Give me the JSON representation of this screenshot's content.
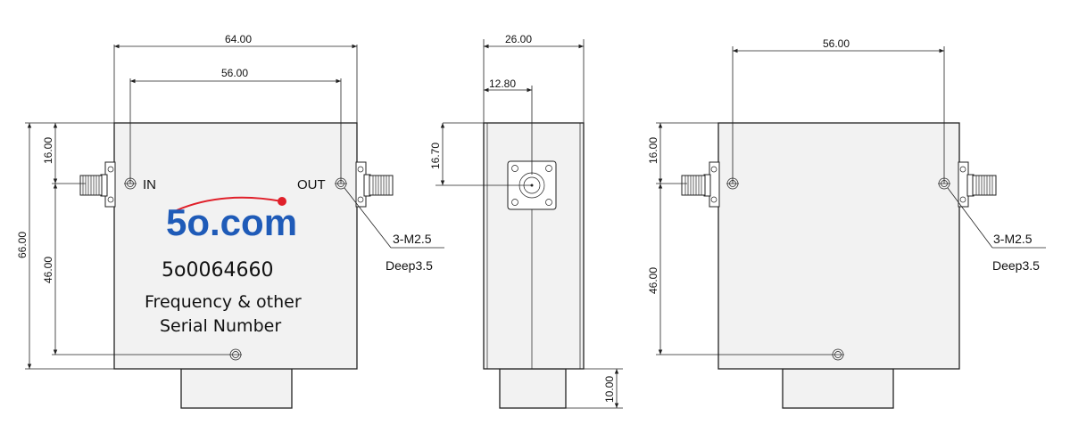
{
  "front_view": {
    "dims": {
      "overall_width": "64.00",
      "hole_spacing": "56.00",
      "overall_height": "66.00",
      "top_hole_offset": "16.00",
      "bottom_hole_offset": "46.00"
    },
    "ports": {
      "input": "IN",
      "output": "OUT"
    },
    "logo": "5o.com",
    "part_number": "5o0064660",
    "label_line1": "Frequency & other",
    "label_line2": "Serial Number",
    "hole_note": "3-M2.5",
    "hole_depth": "Deep3.5"
  },
  "side_view": {
    "dims": {
      "width": "26.00",
      "center": "12.80",
      "connector_height": "16.70",
      "base_height": "10.00"
    }
  },
  "back_view": {
    "dims": {
      "hole_spacing": "56.00",
      "top_hole_offset": "16.00",
      "bottom_hole_offset": "46.00"
    },
    "hole_note": "3-M2.5",
    "hole_depth": "Deep3.5"
  },
  "colors": {
    "logo_blue": "#1f5bb8",
    "logo_dot": "#e0202a"
  }
}
